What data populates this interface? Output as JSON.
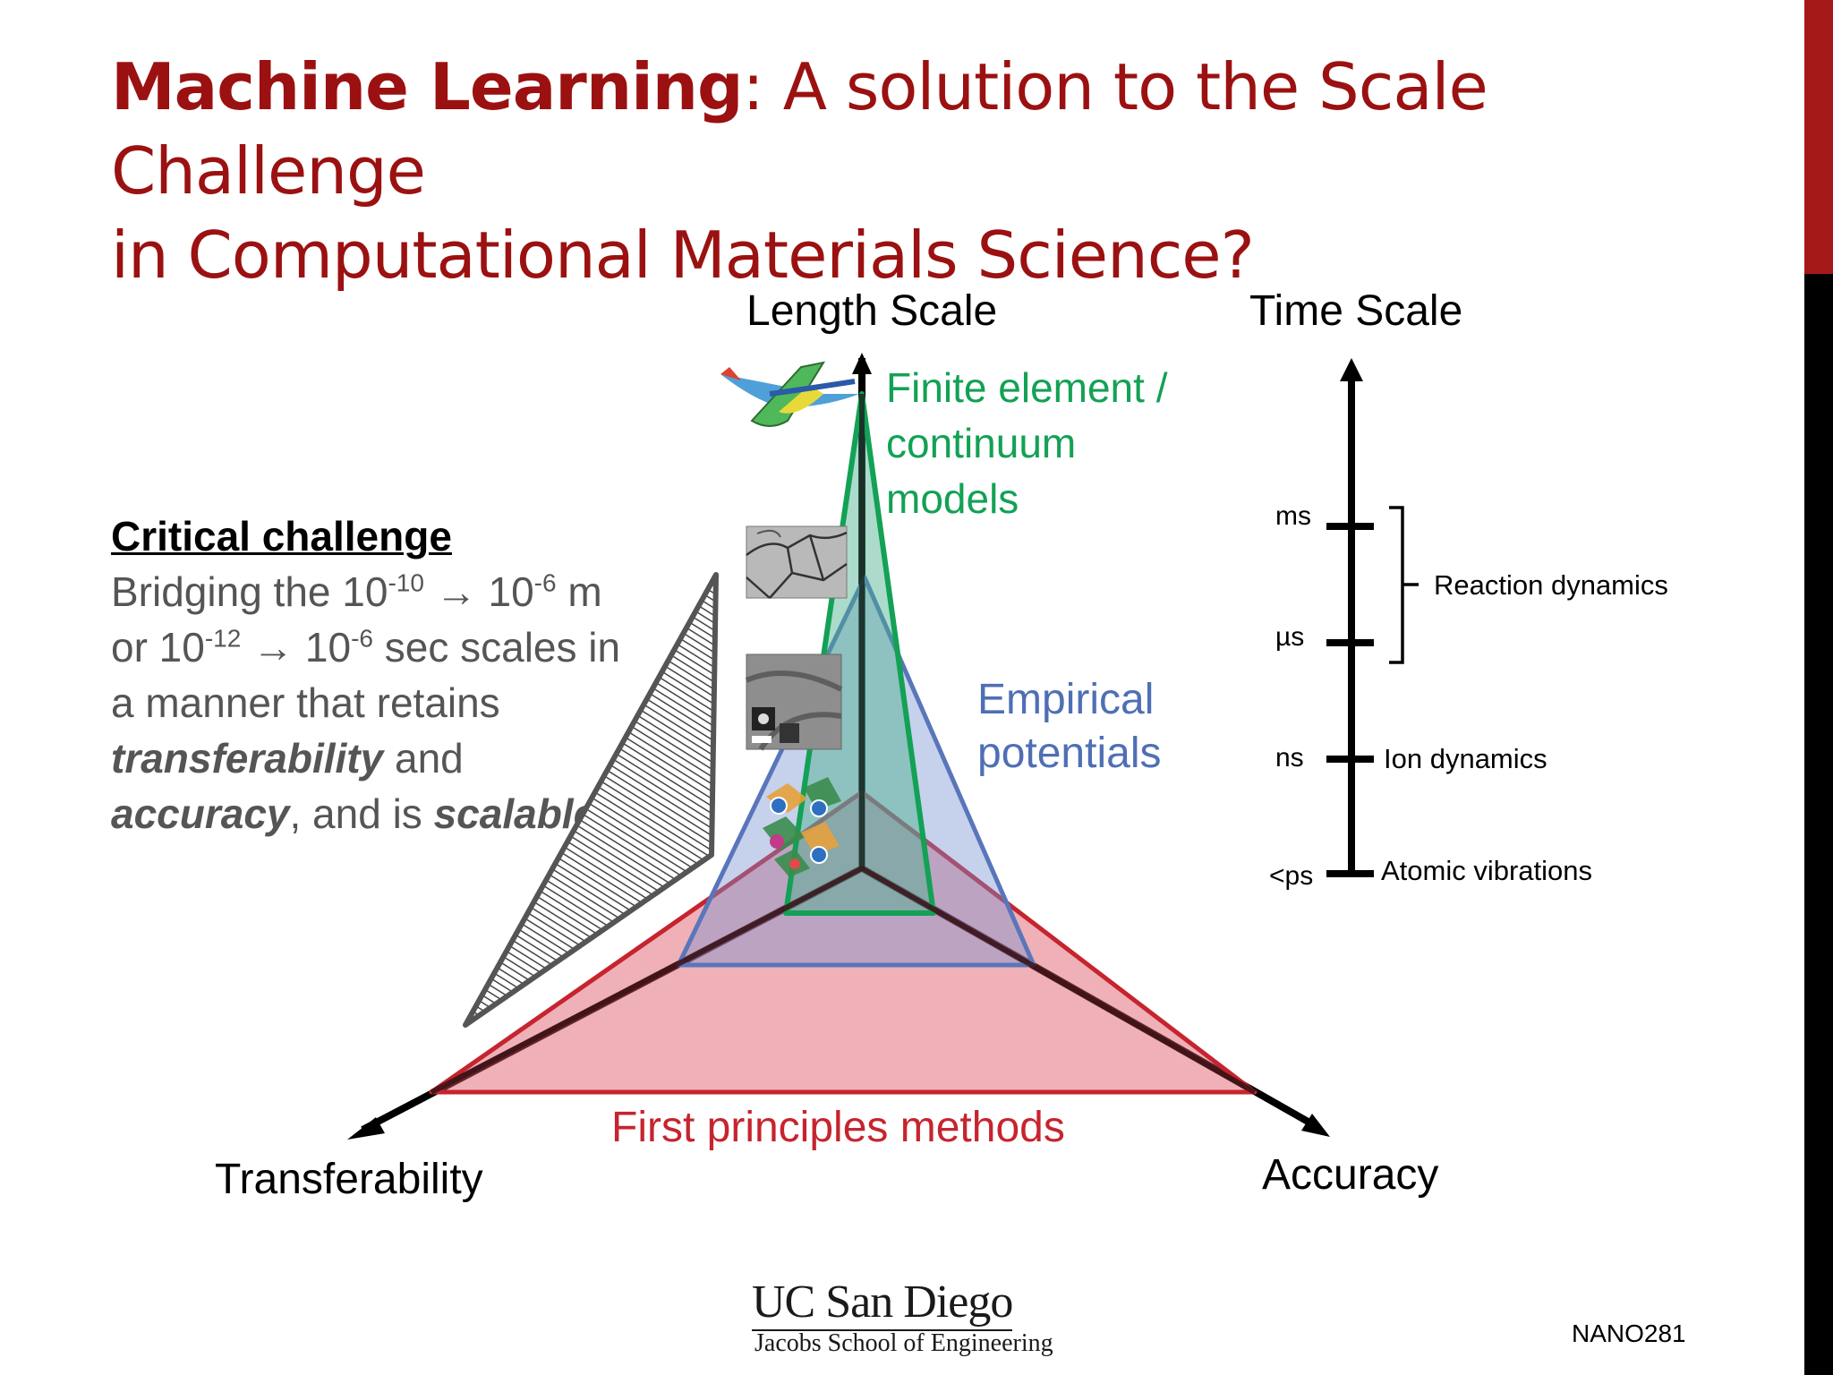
{
  "title": {
    "bold": "Machine Learning",
    "rest_line1": ": A solution to the Scale Challenge",
    "line2": "in Computational Materials Science?"
  },
  "challenge": {
    "heading": "Critical challenge",
    "t1": "Bridging the 10",
    "s1": "-10",
    "t2": " → 10",
    "s2": "-6",
    "t3": " m or 10",
    "s3": "-12",
    "t4": " → 10",
    "s4": "-6",
    "t5": " sec scales in a manner that retains ",
    "b1": "transferability",
    "t6": " and ",
    "b2": "accuracy",
    "t7": ", and is ",
    "b3": "scalable."
  },
  "axes": {
    "length": "Length Scale",
    "transferability": "Transferability",
    "accuracy": "Accuracy"
  },
  "models": {
    "fe_l1": "Finite element /",
    "fe_l2": "continuum",
    "fe_l3": "models",
    "emp_l1": "Empirical",
    "emp_l2": "potentials",
    "fp": "First principles methods"
  },
  "time_scale": {
    "title": "Time Scale",
    "ticks": [
      "ms",
      "µs",
      "ns",
      "<ps"
    ],
    "labels": {
      "reaction": "Reaction dynamics",
      "ion": "Ion dynamics",
      "atomic": "Atomic vibrations"
    }
  },
  "footer": {
    "logo_main": "UC San Diego",
    "logo_sub": "Jacobs School of Engineering",
    "course": "NANO281"
  },
  "colors": {
    "title": "#9b1111",
    "green": "#13a155",
    "blue": "#4f6fb5",
    "red": "#c6242e"
  }
}
